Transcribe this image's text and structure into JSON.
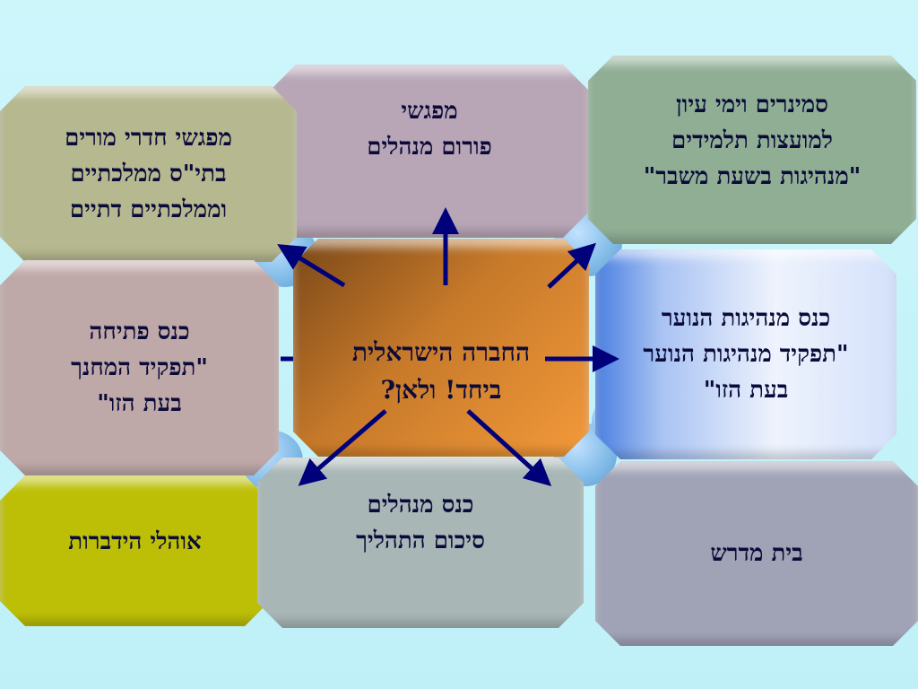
{
  "diagram": {
    "center": {
      "label": "החברה הישראלית\nביחד! ולאן?",
      "color": "#f0952e"
    },
    "nodes": {
      "forum": {
        "label": "מפגשי\nפורום מנהלים",
        "color": "#b8a6b6"
      },
      "seminars": {
        "label": "סמינרים וימי עיון\nלמועצות תלמידים\n\"מנהיגות בשעת משבר\"",
        "color": "#8fae94"
      },
      "teachers_rooms": {
        "label": "מפגשי חדרי מורים\nבתי\"ס ממלכתיים\nוממלכתיים דתיים",
        "color": "#b6b88f"
      },
      "opening_conference": {
        "label": "כנס פתיחה\n\"תפקיד המחנך\nבעת הזו\"",
        "color": "#bfa8a8"
      },
      "youth_leadership": {
        "label": "כנס מנהיגות הנוער\n\"תפקיד מנהיגות הנוער\nבעת הזו\"",
        "color": "#dfe8fb"
      },
      "dialogue_tents": {
        "label": "אוהלי הידברות",
        "color": "#bcbf06"
      },
      "principals_conference": {
        "label": "כנס מנהלים\nסיכום התהליך",
        "color": "#a8b6b6"
      },
      "beit_midrash": {
        "label": "בית מדרש",
        "color": "#a0a3b6"
      }
    },
    "arrow_color": "#00007a"
  }
}
